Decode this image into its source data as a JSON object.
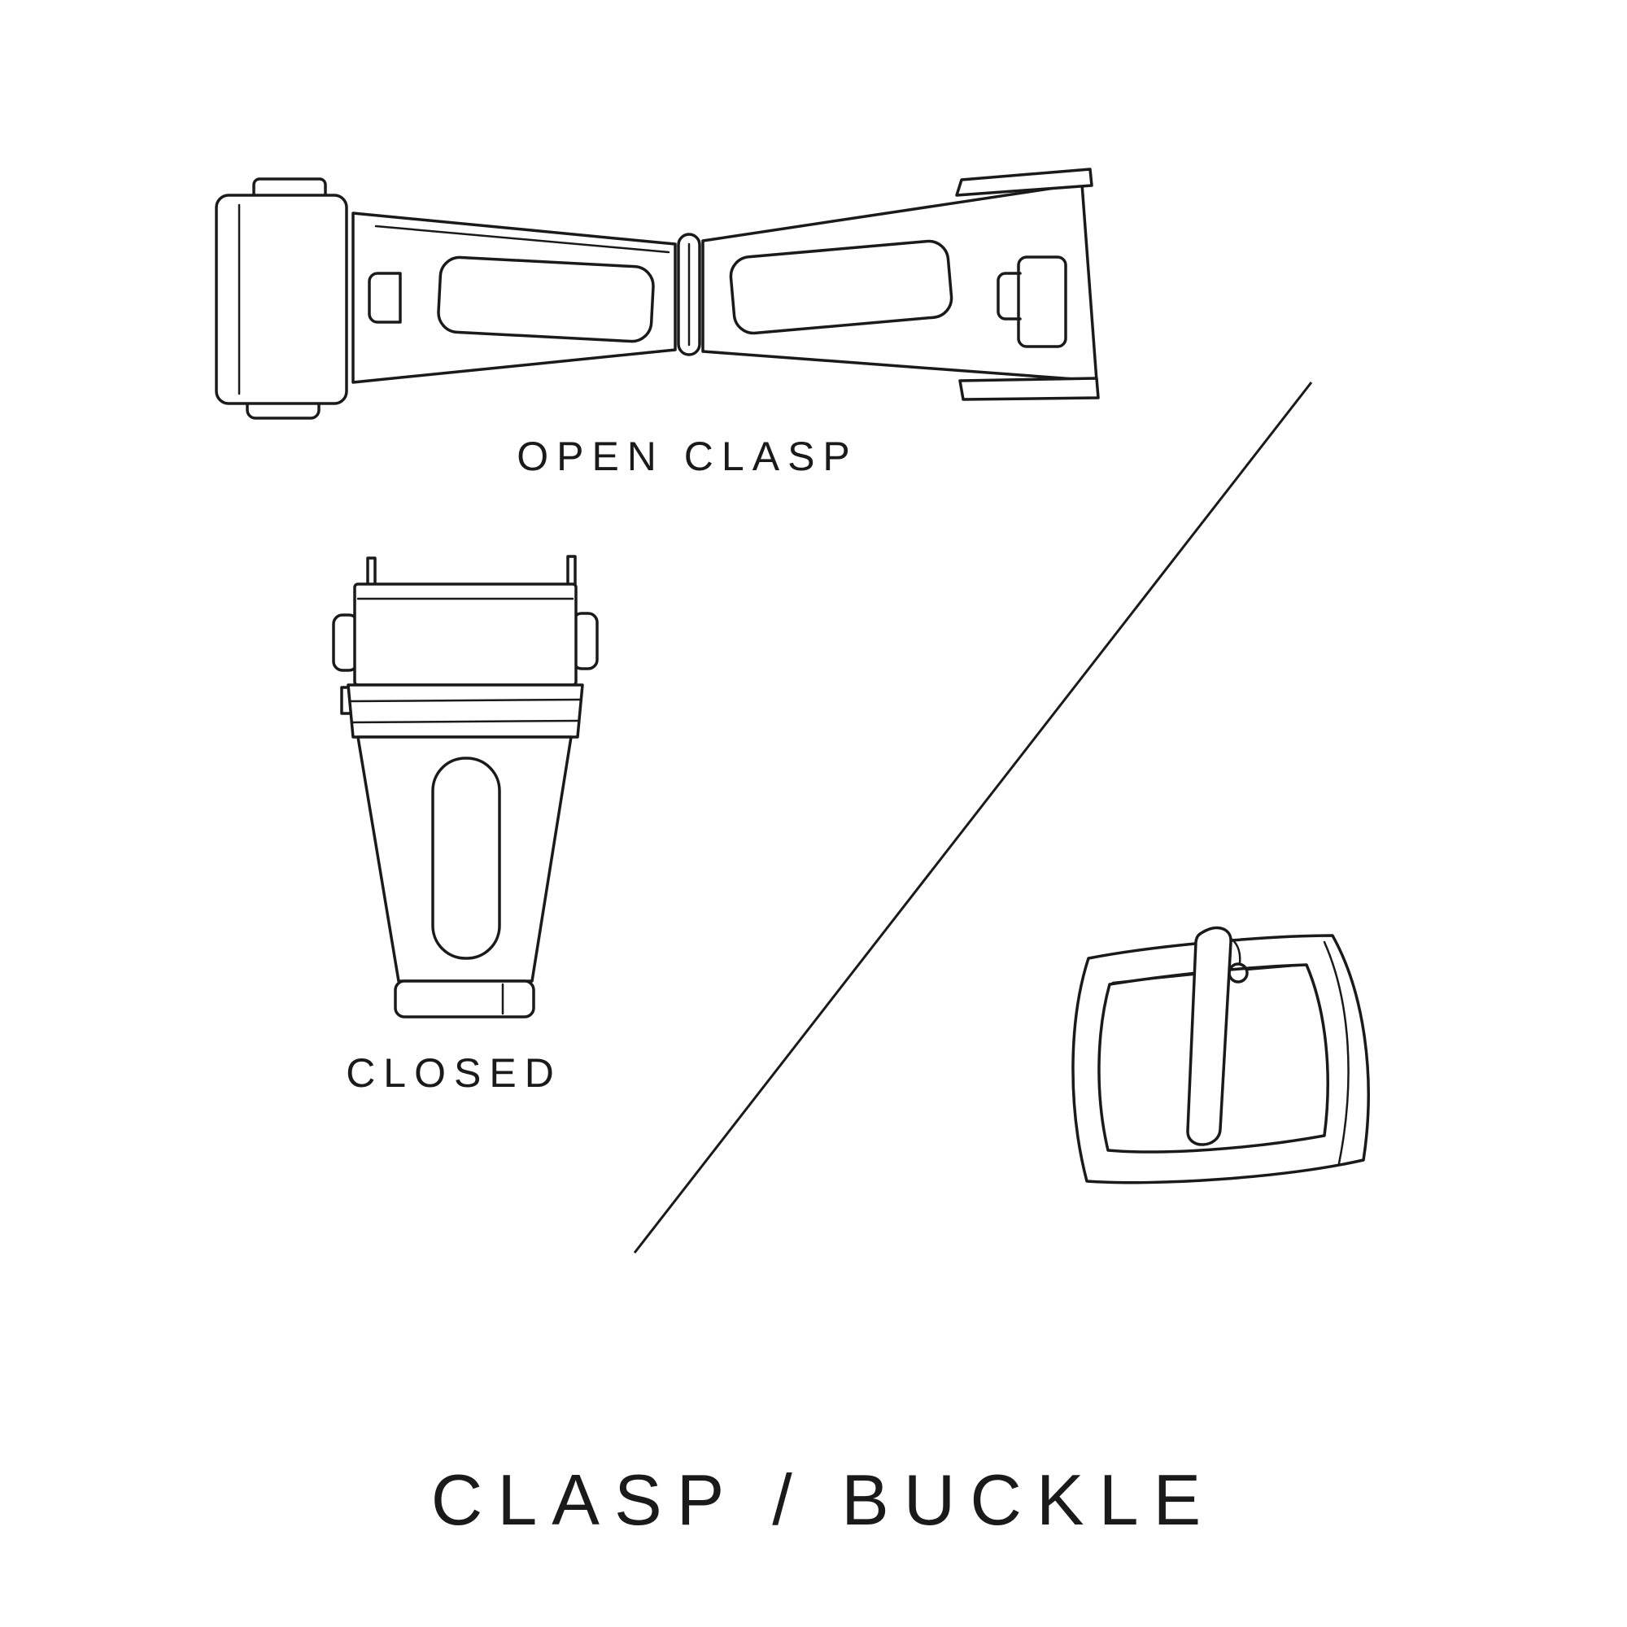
{
  "page": {
    "background": "#ffffff",
    "line_color": "#1a1a1a",
    "text_color": "#1a1a1a"
  },
  "captions": {
    "open_clasp": "OPEN CLASP",
    "closed": "CLOSED"
  },
  "title": {
    "text": "CLASP / BUCKLE"
  },
  "illustrations": [
    {
      "name": "open-clasp",
      "caption": "OPEN CLASP"
    },
    {
      "name": "closed-clasp",
      "caption": "CLOSED"
    },
    {
      "name": "pin-buckle",
      "caption": ""
    }
  ]
}
